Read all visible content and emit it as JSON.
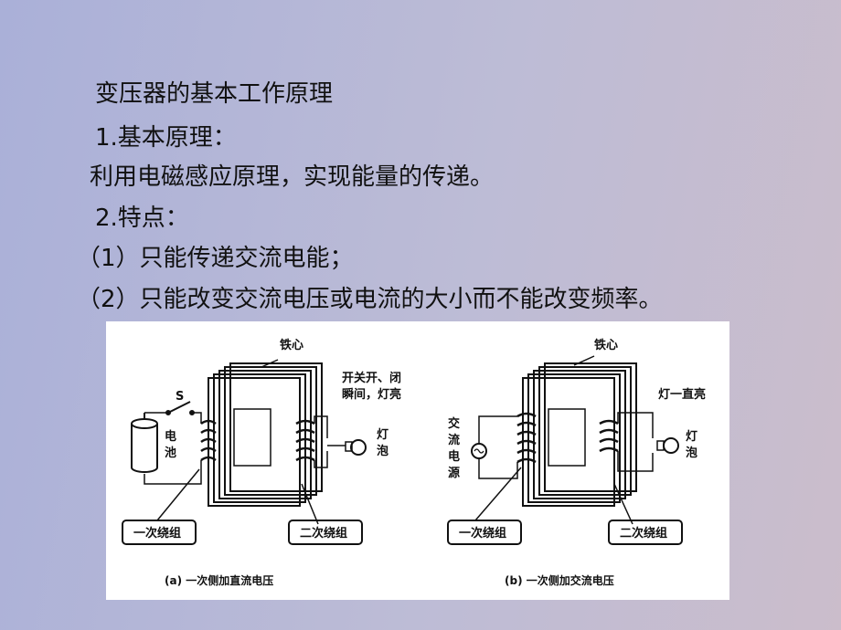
{
  "slide": {
    "title": "变压器的基本工作原理",
    "heading1": "1.基本原理：",
    "principle": "利用电磁感应原理，实现能量的传递。",
    "heading2": "2.特点：",
    "point1": "（1）只能传递交流电能；",
    "point2": "（2）只能改变交流电压或电流的大小而不能改变频率。"
  },
  "figure": {
    "left": {
      "core_label": "铁心",
      "switch_label": "S",
      "note_line1": "开关开、闭",
      "note_line2": "瞬间，灯亮",
      "battery_label_1": "电",
      "battery_label_2": "池",
      "lamp_label_1": "灯",
      "lamp_label_2": "泡",
      "primary_label": "一次绕组",
      "secondary_label": "二次绕组",
      "caption": "(a)  一次侧加直流电压"
    },
    "right": {
      "core_label": "铁心",
      "note": "灯一直亮",
      "source_label_1": "交",
      "source_label_2": "流",
      "source_label_3": "电",
      "source_label_4": "源",
      "lamp_label_1": "灯",
      "lamp_label_2": "泡",
      "primary_label": "一次绕组",
      "secondary_label": "二次绕组",
      "caption": "(b)  一次侧加交流电压"
    }
  }
}
